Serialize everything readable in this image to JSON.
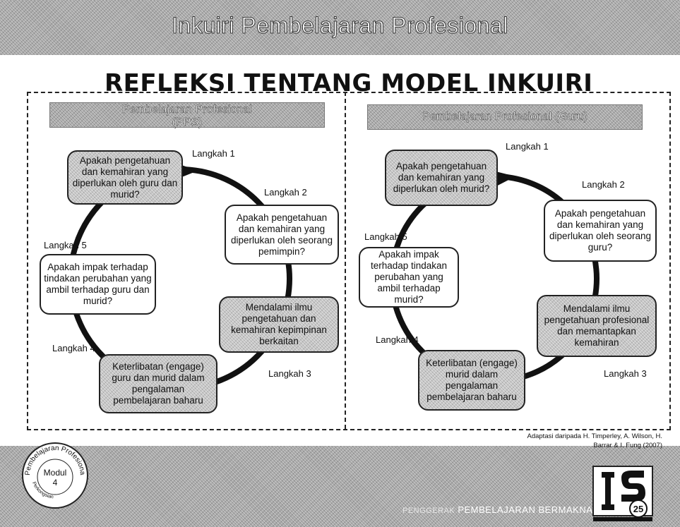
{
  "banner": {
    "title": "Inkuiri Pembelajaran Profesional"
  },
  "main_title": "REFLEKSI TENTANG  MODEL INKUIRI",
  "left_panel": {
    "header_line1": "Pembelajaran Profesional",
    "header_line2": "(PPS)",
    "step1_label": "Langkah 1",
    "step2_label": "Langkah 2",
    "step3_label": "Langkah 3",
    "step4_label": "Langkah 4",
    "step5_label": "Langkah 5",
    "box1": "Apakah pengetahuan dan kemahiran yang diperlukan oleh guru dan murid?",
    "box2": "Apakah pengetahuan dan kemahiran yang diperlukan oleh seorang pemimpin?",
    "box3": "Mendalami ilmu pengetahuan dan kemahiran kepimpinan berkaitan",
    "box4": "Keterlibatan  (engage) guru dan murid dalam pengalaman pembelajaran baharu",
    "box5": "Apakah impak terhadap tindakan perubahan yang ambil terhadap guru dan murid?"
  },
  "right_panel": {
    "header": "Pembelajaran Profesional (Guru)",
    "step1_label": "Langkah 1",
    "step2_label": "Langkah 2",
    "step3_label": "Langkah 3",
    "step4_label": "Langkah 4",
    "step5_label": "Langkah 5",
    "box1": "Apakah pengetahuan dan kemahiran yang diperlukan oleh murid?",
    "box2": "Apakah pengetahuan dan kemahiran yang diperlukan oleh seorang guru?",
    "box3": "Mendalami ilmu pengetahuan profesional dan memantapkan kemahiran",
    "box4": "Keterlibatan  (engage) murid dalam pengalaman pembelajaran baharu",
    "box5": "Apakah impak terhadap tindakan perubahan yang ambil terhadap murid?"
  },
  "footer": {
    "credit_line1": "Adaptasi daripada H. Timperley, A. Wilson, H.",
    "credit_line2": "Barrar & I. Fung  (2007)",
    "slogan_prefix": "PENGGERAK",
    "slogan": "PEMBELAJARAN BERMAKNA",
    "seal_ring": "Pembelajaran Profesional",
    "seal_ring_bottom": "Perkongsian",
    "seal_center_line1": "Modul",
    "seal_center_line2": "4",
    "logo_number": "25"
  },
  "colors": {
    "accent_grey": "#a9a9a9",
    "cycle_line": "#111111"
  }
}
